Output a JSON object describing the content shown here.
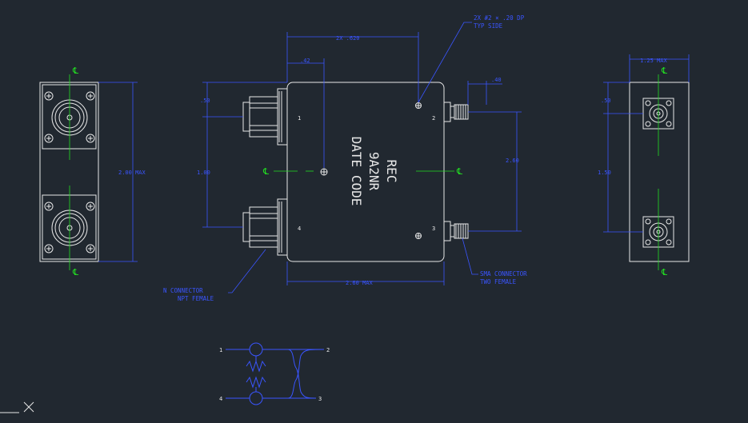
{
  "colors": {
    "background": "#212830",
    "outline": "#e8e8e8",
    "dimension": "#3a55ff",
    "centerline": "#22dd22"
  },
  "centerline_symbol": "℄",
  "left_view": {
    "height_dim": "2.00 MAX"
  },
  "top_view": {
    "width_dim": "2X .620",
    "offset_dim": ".42",
    "right_offset_dim": ".40",
    "body_width_dim": "2.60 MAX",
    "port_spacing_dim": "1.00",
    "top_offset_dim": ".50",
    "right_height_dim": "2.60",
    "port_labels": [
      "1",
      "2",
      "3",
      "4"
    ],
    "marking": [
      "REC",
      "9A2NR",
      "DATE CODE"
    ]
  },
  "right_view": {
    "width_dim": "1.25 MAX",
    "top_offset_dim": ".50",
    "spacing_dim": "1.50"
  },
  "callouts": {
    "mounting_holes": [
      "2X #2 × .20 DP",
      "TYP SIDE"
    ],
    "n_connector": [
      "N CONNECTOR",
      "NPT FEMALE"
    ],
    "sma_connector": [
      "SMA CONNECTOR",
      "TWO FEMALE"
    ]
  },
  "schematic": {
    "ports": [
      "1",
      "2",
      "3",
      "4"
    ]
  }
}
